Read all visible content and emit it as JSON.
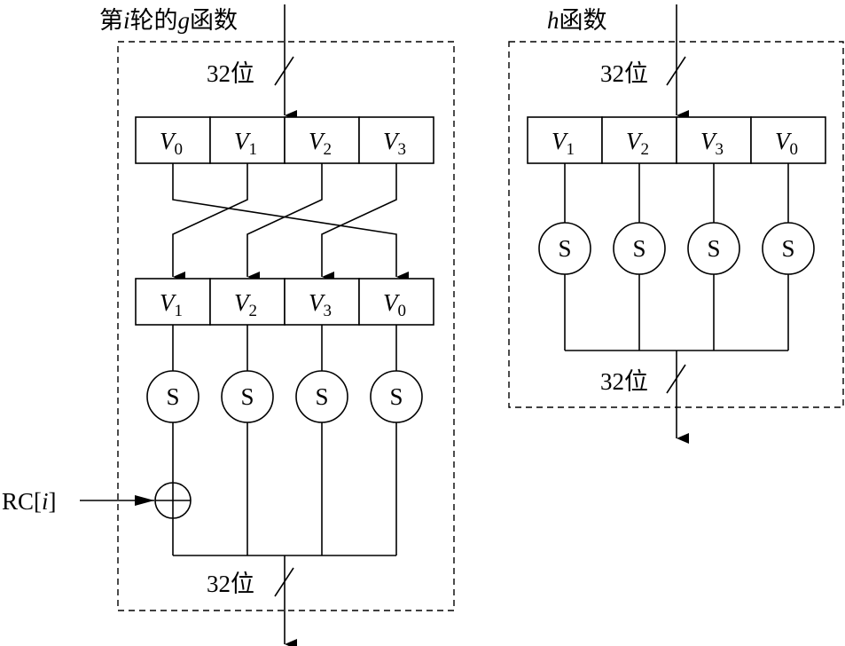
{
  "g_function": {
    "title_prefix": "第",
    "title_var": "i",
    "title_mid": "轮的",
    "title_fn": "g",
    "title_suffix": "函数",
    "input_width_label": "32位",
    "output_width_label": "32位",
    "top_row": [
      {
        "letter": "V",
        "index": "0"
      },
      {
        "letter": "V",
        "index": "1"
      },
      {
        "letter": "V",
        "index": "2"
      },
      {
        "letter": "V",
        "index": "3"
      }
    ],
    "bottom_row": [
      {
        "letter": "V",
        "index": "1"
      },
      {
        "letter": "V",
        "index": "2"
      },
      {
        "letter": "V",
        "index": "3"
      },
      {
        "letter": "V",
        "index": "0"
      }
    ],
    "sbox_label": "S",
    "round_constant": {
      "prefix": "RC[",
      "var": "i",
      "suffix": "]"
    }
  },
  "h_function": {
    "title_fn": "h",
    "title_suffix": "函数",
    "input_width_label": "32位",
    "output_width_label": "32位",
    "row": [
      {
        "letter": "V",
        "index": "1"
      },
      {
        "letter": "V",
        "index": "2"
      },
      {
        "letter": "V",
        "index": "3"
      },
      {
        "letter": "V",
        "index": "0"
      }
    ],
    "sbox_label": "S"
  }
}
